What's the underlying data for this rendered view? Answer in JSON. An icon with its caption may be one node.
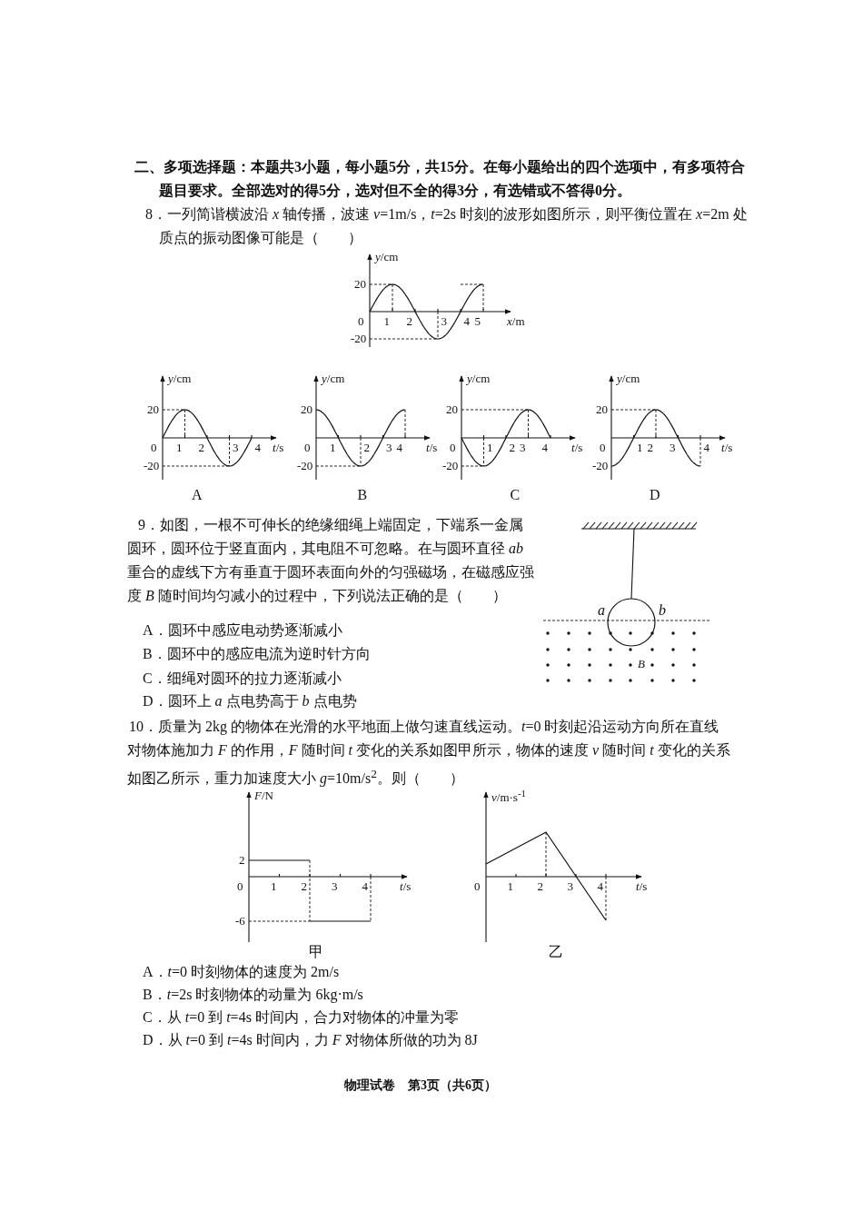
{
  "diagram": {
    "labels": [
      "二、多项选择题：本题共3小题，每小题5分，共15分。在每小题给出的四个选项中，有多项符合题目要求。全部选对的得5分，选对但不全的得3分，有选错或不答得0分。",
      "8．一列简谐横波沿 *x* 轴传播，波速 *v*=1m/s，*t*=2s 时刻的波形如图所示，则平衡位置在 *x*=2m 处质点的振动图像可能是（　　）",
      "*y*/cm",
      "20",
      "0",
      "1",
      "2",
      "3",
      "4",
      "5",
      "*x*/m",
      "-20",
      "*y*/cm",
      "20",
      "0",
      "1",
      "2",
      "3",
      "4",
      "*t*/s",
      "-20",
      "*y*/cm",
      "20",
      "0",
      "1",
      "2",
      "3",
      "4",
      "*t*/s",
      "-20",
      "*y*/cm",
      "20",
      "0",
      "1",
      "2",
      "3",
      "4",
      "*t*/s",
      "-20",
      "*y*/cm",
      "20",
      "0",
      "1",
      "2",
      "3",
      "4",
      "*t*/s",
      "-20",
      "A",
      "B",
      "C",
      "D",
      "9．如图，一根不可伸长的绝缘细绳上端固定，下端系一金属圆环，圆环位于竖直面内，其电阻不可忽略。在与圆环直径 *ab* 重合的虚线下方有垂直于圆环表面向外的匀强磁场，在磁感应强度 *B* 随时间均匀减小的过程中，下列说法正确的是（　　）",
      "A．圆环中感应电动势逐渐减小",
      "B．圆环中的感应电流为逆时针方向",
      "C．细绳对圆环的拉力逐渐减小",
      "D．圆环上 *a* 点电势高于 *b* 点电势",
      "*a*",
      "*b*",
      "*B*",
      "10．质量为 2kg 的物体在光滑的水平地面上做匀速直线运动。*t*=0 时刻起沿运动方向所在直线对物体施加力 *F* 的作用，*F* 随时间 *t* 变化的关系如图甲所示，物体的速度 *v* 随时间 *t* 变化的关系如图乙所示，重力加速度大小 *g*=10m/s$^{2}$。则（　　）",
      "*F*/N",
      "2",
      "0",
      "1",
      "2",
      "3",
      "4",
      "*t*/s",
      "-6",
      "甲",
      "*v*/m·s$^{-1}$",
      "0",
      "1",
      "2",
      "3",
      "4",
      "*t*/s",
      "乙",
      "A．*t*=0 时刻物体的速度为 2m/s",
      "B．*t*=2s 时刻物体的动量为 6kg·m/s",
      "C．从 *t*=0 到 *t*=4s 时间内，合力对物体的冲量为零",
      "D．从 *t*=0 到 *t*=4s 时间内，力 *F* 对物体所做的功为 8J",
      "物理试卷　第3页（共6页）"
    ]
  }
}
